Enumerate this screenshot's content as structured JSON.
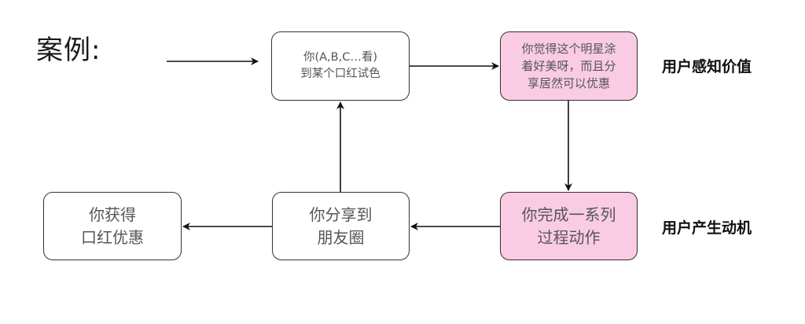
{
  "title": "案例:",
  "nodes": {
    "view_lipstick": "你(A,B,C…看)\n到某个口红试色",
    "perceive": "你觉得这个明星涂\n着好美呀，而且分\n享居然可以优惠",
    "complete_actions": "你完成一系列\n过程动作",
    "share_moments": "你分享到\n朋友圈",
    "get_discount": "你获得\n口红优惠"
  },
  "labels": {
    "perceived_value": "用户感知价值",
    "motivation": "用户产生动机"
  },
  "colors": {
    "highlight_fill": "#f9cce3",
    "border": "#333333",
    "arrow": "#111111"
  }
}
